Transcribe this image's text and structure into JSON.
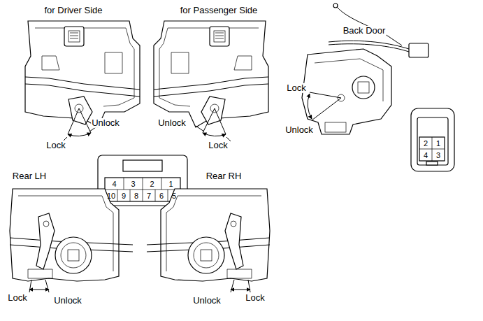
{
  "diagram": {
    "labels": [
      "for Driver Side",
      "for Passenger Side",
      "Back Door",
      "Lock",
      "Unlock",
      "Unlock",
      "Lock",
      "Unlock",
      "Lock",
      "4",
      "3",
      "2",
      "1",
      "10",
      "9",
      "8",
      "7",
      "6",
      "5",
      "2",
      "1",
      "4",
      "3",
      "Rear LH",
      "Rear RH",
      "Lock",
      "Unlock",
      "Unlock",
      "Lock"
    ]
  }
}
